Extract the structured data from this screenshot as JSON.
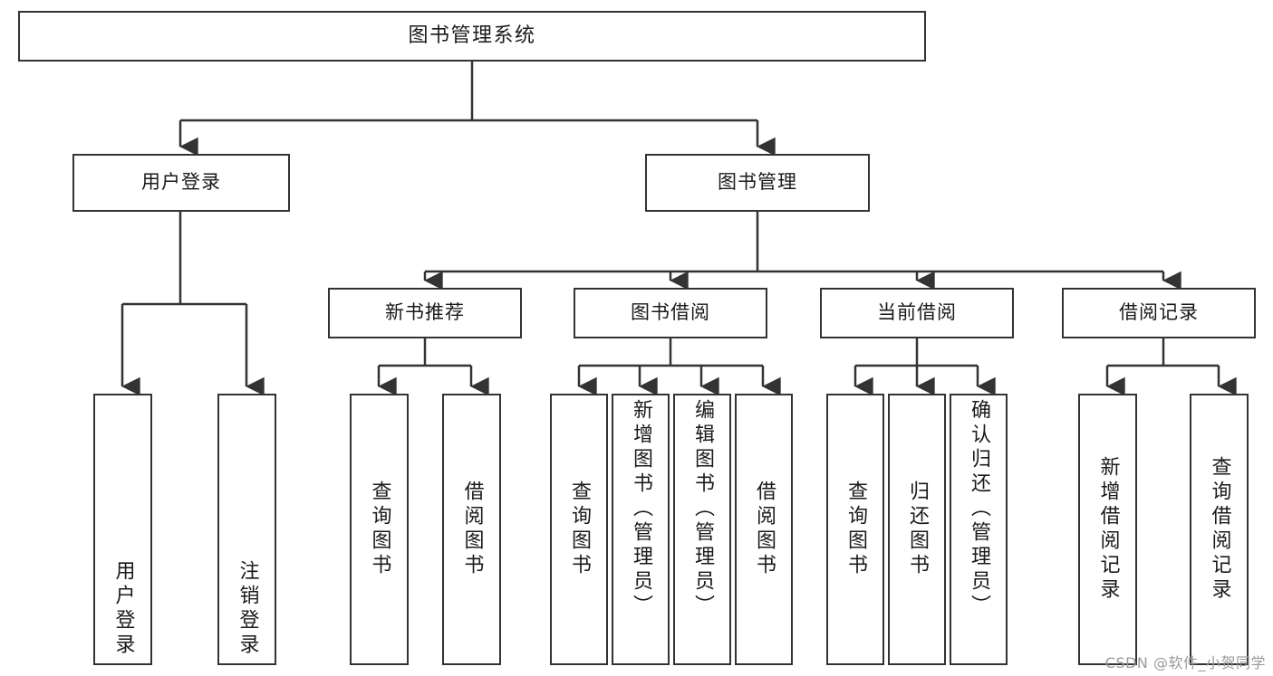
{
  "diagram": {
    "title": "图书管理系统",
    "type": "tree-hierarchy-chart",
    "colors": {
      "background": "#ffffff",
      "box_border": "#333333",
      "box_fill": "#ffffff",
      "text": "#1a1a1a",
      "connector": "#333333",
      "watermark": "#9a9a9a"
    }
  },
  "root": {
    "label": "图书管理系统"
  },
  "level2": [
    {
      "label": "用户登录"
    },
    {
      "label": "图书管理"
    }
  ],
  "level3": [
    {
      "label": "新书推荐"
    },
    {
      "label": "图书借阅"
    },
    {
      "label": "当前借阅"
    },
    {
      "label": "借阅记录"
    }
  ],
  "leaves": {
    "user_login": [
      {
        "label": "用户登录"
      },
      {
        "label": "注销登录"
      }
    ],
    "new_book_recommend": [
      {
        "label": "查询图书"
      },
      {
        "label": "借阅图书"
      }
    ],
    "book_borrow": [
      {
        "label": "查询图书"
      },
      {
        "label": "新增图书（管理员）"
      },
      {
        "label": "编辑图书（管理员）"
      },
      {
        "label": "借阅图书"
      }
    ],
    "current_borrow": [
      {
        "label": "查询图书"
      },
      {
        "label": "归还图书"
      },
      {
        "label": "确认归还（管理员）"
      }
    ],
    "borrow_record": [
      {
        "label": "新增借阅记录"
      },
      {
        "label": "查询借阅记录"
      }
    ]
  },
  "watermark": {
    "text": "CSDN @软件_小贺同学"
  }
}
